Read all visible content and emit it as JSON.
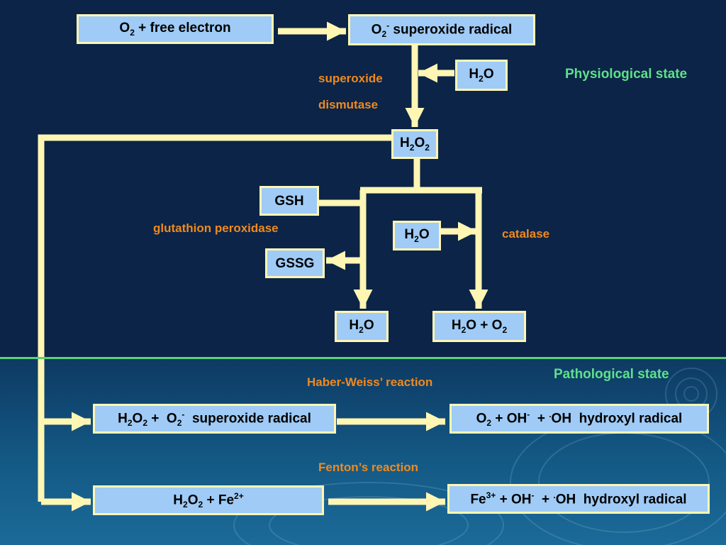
{
  "colors": {
    "background_top": "#0b2447",
    "background_bottom": "#145985",
    "box_fill": "#9fcbf6",
    "box_border": "#fff6b4",
    "arrow": "#fff6b4",
    "enzyme_label": "#f08a1e",
    "state_label": "#5fe08a",
    "divider": "#58d27a"
  },
  "physiological": {
    "state_label": "Physiological state",
    "o2_free_electron": {
      "a": "O",
      "b": "2",
      "c": " + free electron"
    },
    "superoxide_radical": {
      "a": "O",
      "b": "2",
      "c": "-",
      "d": " superoxide radical"
    },
    "h2o_input": {
      "a": "H",
      "b": "2",
      "c": "O"
    },
    "sod_line1": "superoxide",
    "sod_line2": "dismutase",
    "h2o2": {
      "a": "H",
      "b": "2",
      "c": "O",
      "d": "2"
    },
    "gsh": "GSH",
    "gssg": "GSSG",
    "gpx_label": "glutathion peroxidase",
    "catalase_h2o": {
      "a": "H",
      "b": "2",
      "c": "O"
    },
    "catalase_label": "catalase",
    "gpx_product": {
      "a": "H",
      "b": "2",
      "c": "O"
    },
    "catalase_product": {
      "a": "H",
      "b": "2",
      "c": "O + O",
      "d": "2"
    }
  },
  "pathological": {
    "state_label": "Pathological state",
    "haber_weiss_label": "Haber-Weiss’ reaction",
    "hw_reactant": {
      "a": "H",
      "b": "2",
      "c": "O",
      "d": "2",
      "e": " +  O",
      "f": "2",
      "g": "-",
      "h": "  superoxide radical"
    },
    "hw_product": {
      "a": "O",
      "b": "2",
      "c": " + OH",
      "d": "-",
      "e": "  + ",
      "f": ".",
      "g": "OH  hydroxyl radical"
    },
    "fenton_label": "Fenton’s reaction",
    "fenton_reactant": {
      "a": "H",
      "b": "2",
      "c": "O",
      "d": "2",
      "e": " + Fe",
      "f": "2+"
    },
    "fenton_product": {
      "a": "Fe",
      "b": "3+",
      "c": " + OH",
      "d": "-",
      "e": "  + ",
      "f": ".",
      "g": "OH  hydroxyl radical"
    }
  }
}
